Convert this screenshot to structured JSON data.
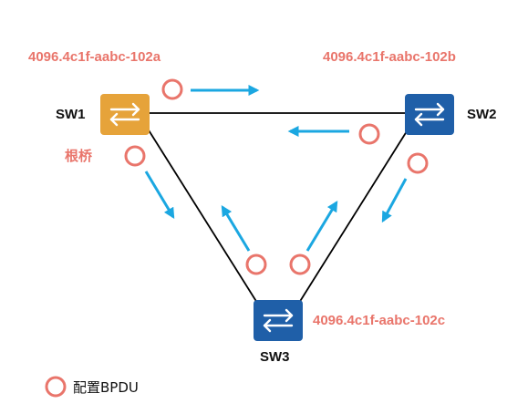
{
  "colors": {
    "accent": "#e9756b",
    "arrow": "#1ba7e1",
    "root_switch": "#e6a33a",
    "switch": "#1f5fa8",
    "link": "#000000"
  },
  "switches": [
    {
      "name": "SW1",
      "bridge_id": "4096.4c1f-aabc-102a",
      "role": "根桥",
      "icon": "switch-icon"
    },
    {
      "name": "SW2",
      "bridge_id": "4096.4c1f-aabc-102b",
      "icon": "switch-icon"
    },
    {
      "name": "SW3",
      "bridge_id": "4096.4c1f-aabc-102c",
      "icon": "switch-icon"
    }
  ],
  "links": [
    {
      "from": "SW1",
      "to": "SW2"
    },
    {
      "from": "SW1",
      "to": "SW3"
    },
    {
      "from": "SW2",
      "to": "SW3"
    }
  ],
  "legend": {
    "icon": "circle-outline-icon",
    "label": "配置BPDU"
  }
}
